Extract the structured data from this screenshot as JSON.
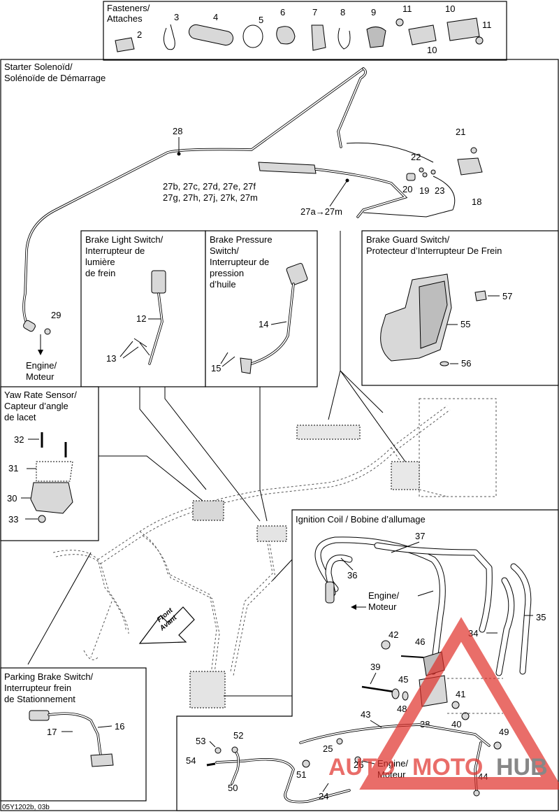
{
  "fasteners": {
    "title_line1": "Fasteners/",
    "title_line2": "Attaches",
    "callouts": [
      "2",
      "3",
      "4",
      "5",
      "6",
      "7",
      "8",
      "9",
      "11",
      "10",
      "10",
      "11"
    ]
  },
  "main_panel": {
    "title_line1": "Starter Solenoïd/",
    "title_line2": "Solénoïde de Démarrage",
    "callouts": [
      "28",
      "21",
      "22",
      "20",
      "19",
      "23",
      "18",
      "29"
    ],
    "suffix_line1": "27b, 27c, 27d, 27e, 27f",
    "suffix_line2": "27g, 27h, 27j, 27k, 27m",
    "range_label": "27a→27m",
    "engine_label_line1": "Engine/",
    "engine_label_line2": "Moteur"
  },
  "brake_light": {
    "title_line1": "Brake Light Switch/",
    "title_line2": "Interrupteur de",
    "title_line3": "lumière",
    "title_line4": "de frein",
    "callouts": [
      "12",
      "13"
    ]
  },
  "brake_pressure": {
    "title_line1": "Brake Pressure",
    "title_line2": "Switch/",
    "title_line3": "Interrupteur de",
    "title_line4": "pression",
    "title_line5": "d’huile",
    "callouts": [
      "14",
      "15"
    ]
  },
  "brake_guard": {
    "title_line1": "Brake Guard Switch/",
    "title_line2": "Protecteur d’Interrupteur De Frein",
    "callouts": [
      "57",
      "55",
      "56"
    ]
  },
  "yaw_rate": {
    "title_line1": "Yaw Rate Sensor/",
    "title_line2": "Capteur d’angle",
    "title_line3": "de lacet",
    "callouts": [
      "32",
      "31",
      "30",
      "33"
    ]
  },
  "ignition": {
    "title": "Ignition Coil / Bobine d’allumage",
    "callouts": [
      "37",
      "36",
      "35",
      "34",
      "42",
      "46",
      "39",
      "45",
      "48",
      "41",
      "38",
      "40",
      "43",
      "49",
      "52",
      "53",
      "25",
      "26",
      "54",
      "51",
      "50",
      "24",
      "44"
    ],
    "engine_label_a1": "Engine/",
    "engine_label_a2": "Moteur",
    "engine_label_b1": "Engine/",
    "engine_label_b2": "Moteur"
  },
  "parking_brake": {
    "title_line1": "Parking Brake Switch/",
    "title_line2": "Interrupteur frein",
    "title_line3": "de Stationnement",
    "callouts": [
      "16",
      "17"
    ]
  },
  "front_arrow": {
    "line1": "Front",
    "line2": "Avant"
  },
  "watermark": {
    "text_auto": "AUTO",
    "text_moto": "MOTO",
    "text_hub": "HUB",
    "color": "#e0302a"
  },
  "footer": {
    "code": "05Y1202b, 03b"
  }
}
